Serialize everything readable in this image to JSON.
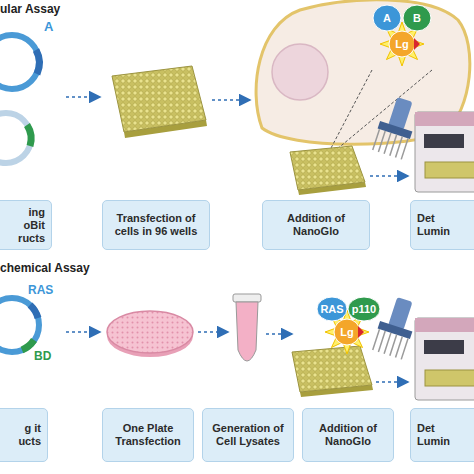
{
  "diagram": {
    "nodes": [
      {
        "text": [
          "A"
        ]
      },
      {
        "text": [
          "B"
        ]
      },
      {
        "text": [
          "Lg"
        ]
      },
      {
        "text": [
          "ing oBit ructs"
        ]
      },
      {
        "text": [
          "Transfection of cells in 96 wells"
        ]
      },
      {
        "text": [
          "Addition of NanoGlo"
        ]
      },
      {
        "text": [
          "Det Lumin"
        ]
      },
      {
        "text": [
          "RAS"
        ]
      },
      {
        "text": [
          "p110"
        ]
      },
      {
        "text": [
          "Lg"
        ]
      },
      {
        "text": [
          "g it ucts"
        ]
      },
      {
        "text": [
          "One Plate Transfection"
        ]
      },
      {
        "text": [
          "Generation of Cell Lysates"
        ]
      },
      {
        "text": [
          "Addition of NanoGlo"
        ]
      },
      {
        "text": [
          "Det Lumin"
        ]
      }
    ],
    "labels": [
      "ular Assay",
      "A",
      "chemical Assay",
      "RAS",
      "BD"
    ]
  }
}
